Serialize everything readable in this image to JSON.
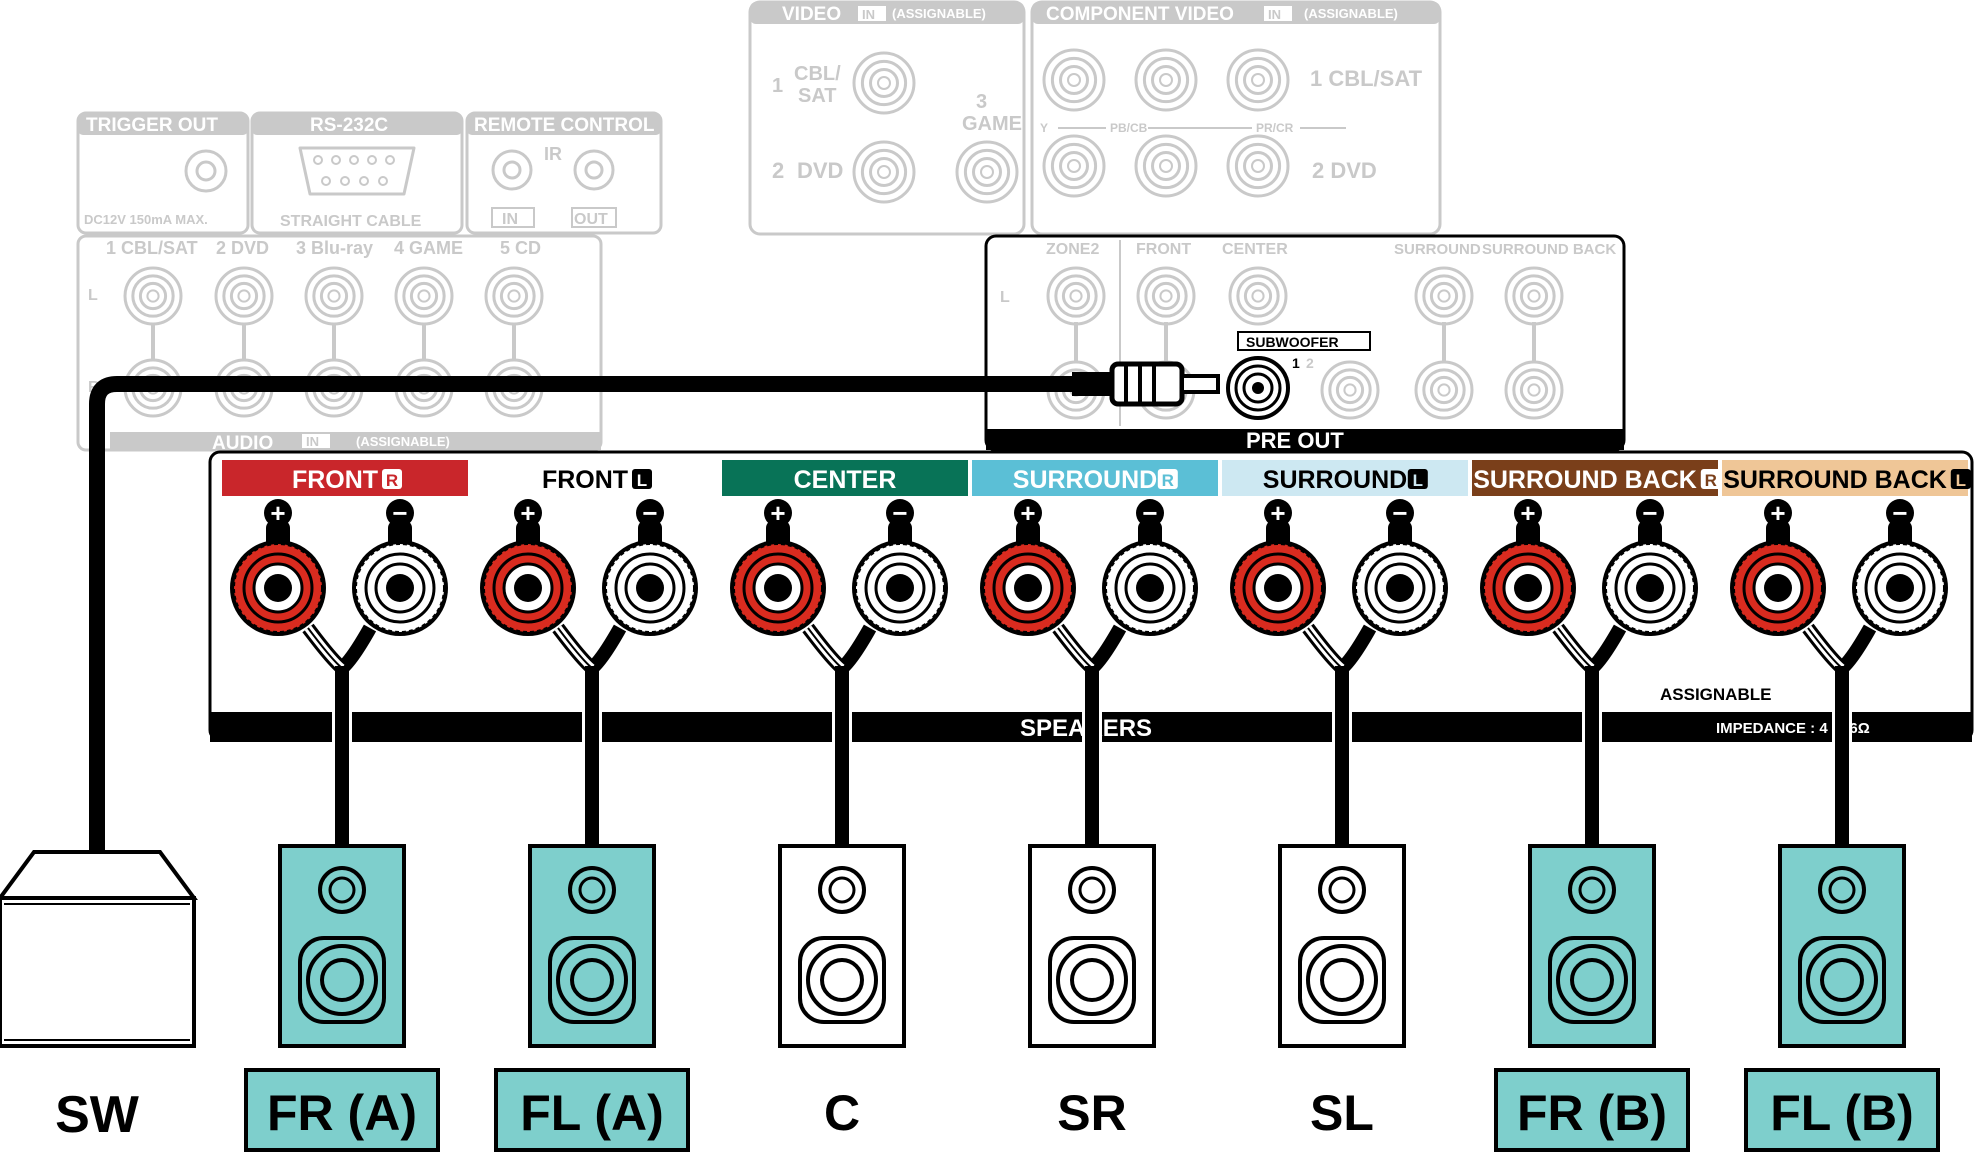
{
  "video_panel": {
    "title": "VIDEO",
    "in_badge": "IN",
    "note": "(ASSIGNABLE)",
    "inputs": [
      {
        "num": "1",
        "line1": "CBL/",
        "line2": "SAT"
      },
      {
        "num": "2",
        "line1": "DVD"
      },
      {
        "num": "3",
        "line1": "GAME"
      }
    ]
  },
  "component_panel": {
    "title": "COMPONENT VIDEO",
    "in_badge": "IN",
    "note": "(ASSIGNABLE)",
    "row1": "1 CBL/SAT",
    "row2": "2 DVD",
    "y": "Y",
    "pb": "PB/CB",
    "pr": "PR/CR"
  },
  "trigger": {
    "title": "TRIGGER OUT",
    "spec": "DC12V 150mA MAX."
  },
  "rs232": {
    "title": "RS-232C",
    "cable": "STRAIGHT CABLE"
  },
  "remote": {
    "title": "REMOTE CONTROL",
    "ir": "IR",
    "in": "IN",
    "out": "OUT"
  },
  "audio_panel": {
    "inputs": [
      "1 CBL/SAT",
      "2 DVD",
      "3 Blu-ray",
      "4 GAME",
      "5 CD"
    ],
    "l": "L",
    "r": "R",
    "title": "AUDIO",
    "in_badge": "IN",
    "note": "(ASSIGNABLE)"
  },
  "preout": {
    "title": "PRE OUT",
    "l": "L",
    "labels": [
      "ZONE2",
      "FRONT",
      "CENTER",
      "SURROUND",
      "SURROUND BACK"
    ],
    "subwoofer": "SUBWOOFER",
    "sub1": "1",
    "sub2": "2"
  },
  "speakers_panel": {
    "title": "SPEAKERS",
    "assignable": "ASSIGNABLE",
    "impedance": "IMPEDANCE : 4 - 16Ω",
    "plus": "+",
    "minus": "−",
    "channels": [
      {
        "label": "FRONT",
        "side": "R",
        "color": "#c9262b"
      },
      {
        "label": "FRONT",
        "side": "L",
        "color": "#ffffff"
      },
      {
        "label": "CENTER",
        "side": "",
        "color": "#087357"
      },
      {
        "label": "SURROUND",
        "side": "R",
        "color": "#5bbfd6"
      },
      {
        "label": "SURROUND",
        "side": "L",
        "color": "#cde8f2"
      },
      {
        "label": "SURROUND BACK",
        "side": "R",
        "color": "#7a3f1a"
      },
      {
        "label": "SURROUND BACK",
        "side": "L",
        "color": "#efc697"
      }
    ]
  },
  "speakers": [
    {
      "name": "SW",
      "kind": "subwoofer"
    },
    {
      "name": "FR (A)",
      "highlight": true
    },
    {
      "name": "FL (A)",
      "highlight": true
    },
    {
      "name": "C",
      "highlight": false
    },
    {
      "name": "SR",
      "highlight": false
    },
    {
      "name": "SL",
      "highlight": false
    },
    {
      "name": "FR (B)",
      "highlight": true
    },
    {
      "name": "FL (B)",
      "highlight": true
    }
  ],
  "colors": {
    "terminal_red": "#d92b1f",
    "highlight": "#7ecfcc",
    "faint": "#c9c9c9"
  }
}
